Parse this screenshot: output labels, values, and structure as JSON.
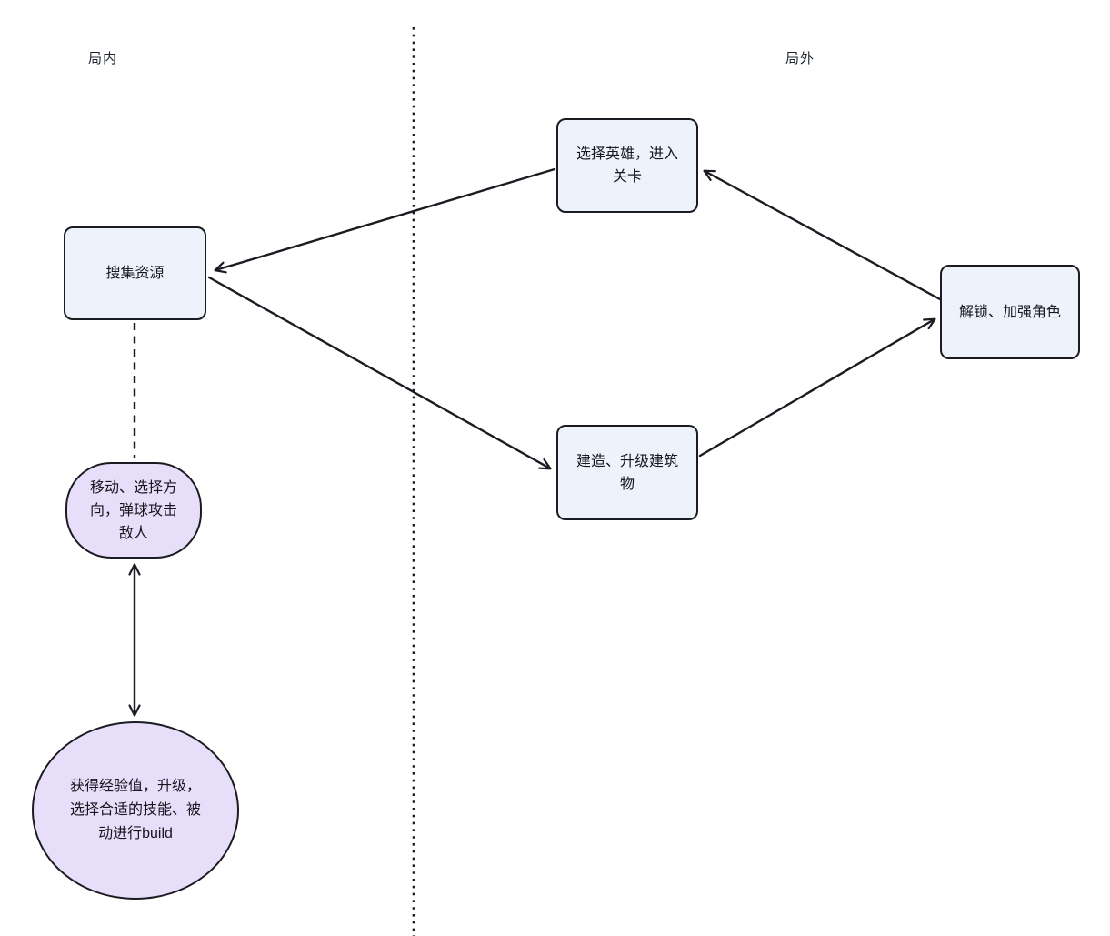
{
  "diagram": {
    "left_section_label": "局内",
    "right_section_label": "局外",
    "nodes": {
      "select_hero": {
        "label": "选择英雄，进入关卡",
        "shape": "rounded-rectangle",
        "fill": "#edf2fb"
      },
      "gather_resources": {
        "label": "搜集资源",
        "shape": "rounded-rectangle",
        "fill": "#edf2fb"
      },
      "unlock_strengthen": {
        "label": "解锁、加强角色",
        "shape": "rounded-rectangle",
        "fill": "#edf2fb"
      },
      "build_upgrade": {
        "label": "建造、升级建筑物",
        "shape": "rounded-rectangle",
        "fill": "#edf2fb"
      },
      "move_attack": {
        "label": "移动、选择方向，弹球攻击敌人",
        "shape": "stadium",
        "fill": "#e7defa"
      },
      "gain_exp_build": {
        "label": "获得经验值，升级，选择合适的技能、被动进行build",
        "shape": "circle",
        "fill": "#e7defa"
      }
    },
    "edges": [
      {
        "from": "select_hero",
        "to": "gather_resources",
        "style": "solid",
        "arrow": "end"
      },
      {
        "from": "gather_resources",
        "to": "build_upgrade",
        "style": "solid",
        "arrow": "end"
      },
      {
        "from": "build_upgrade",
        "to": "unlock_strengthen",
        "style": "solid",
        "arrow": "end"
      },
      {
        "from": "unlock_strengthen",
        "to": "select_hero",
        "style": "solid",
        "arrow": "end"
      },
      {
        "from": "gather_resources",
        "to": "move_attack",
        "style": "dashed",
        "arrow": "none"
      },
      {
        "from": "move_attack",
        "to": "gain_exp_build",
        "style": "solid",
        "arrow": "both"
      }
    ],
    "divider": {
      "style": "dotted-vertical"
    },
    "colors": {
      "node_fill_blue": "#edf2fb",
      "node_fill_purple": "#e7defa",
      "stroke": "#1b1b22",
      "text": "#17171f"
    }
  }
}
